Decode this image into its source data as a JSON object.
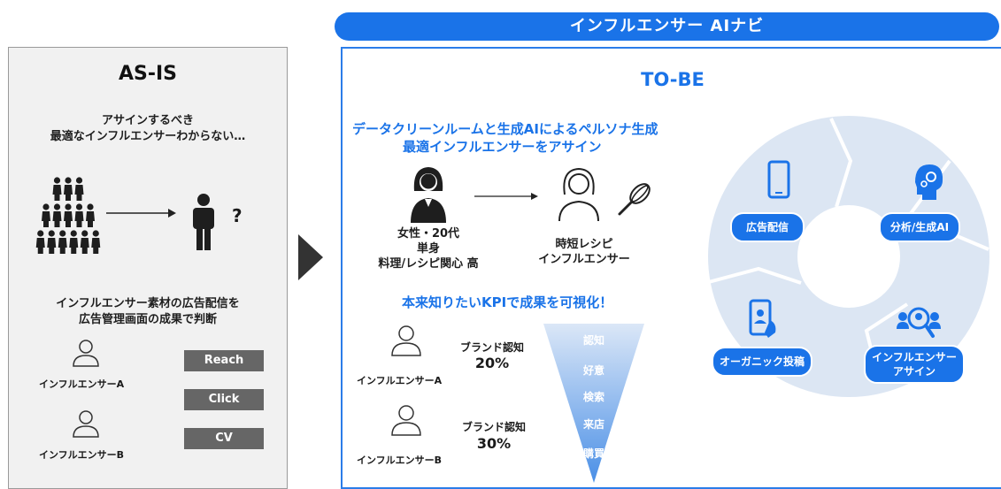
{
  "banner": {
    "title": "インフルエンサー AIナビ"
  },
  "as_is": {
    "title": "AS-IS",
    "problem_line1": "アサインするべき",
    "problem_line2": "最適なインフルエンサーわからない…",
    "question_mark": "?",
    "method_line1": "インフルエンサー素材の広告配信を",
    "method_line2": "広告管理画面の成果で判断",
    "influencer_a": "インフルエンサーA",
    "influencer_b": "インフルエンサーB",
    "metrics": [
      "Reach",
      "Click",
      "CV"
    ]
  },
  "to_be": {
    "title": "TO-BE",
    "headline1": "データクリーンルームと生成AIによるペルソナ生成",
    "headline2": "最適インフルエンサーをアサイン",
    "persona_line1": "女性・20代",
    "persona_line2": "単身",
    "persona_line3": "料理/レシピ関心 高",
    "target_line1": "時短レシピ",
    "target_line2": "インフルエンサー",
    "kpi_headline": "本来知りたいKPIで成果を可視化！",
    "influencer_a": "インフルエンサーA",
    "influencer_b": "インフルエンサーB",
    "brand_label": "ブランド認知",
    "brand_a_value": "20%",
    "brand_b_value": "30%",
    "funnel_stages": [
      "認知",
      "好意",
      "検索",
      "来店",
      "購買"
    ],
    "cycle": {
      "ad_delivery": "広告配信",
      "analysis": "分析/生成AI",
      "organic": "オーガニック投稿",
      "assign_line1": "インフルエンサー",
      "assign_line2": "アサイン"
    }
  },
  "colors": {
    "accent": "#1a73e8",
    "cycle_ring": "#dce6f3",
    "metric_box": "#666666",
    "panel_gray": "#f1f1f1"
  }
}
